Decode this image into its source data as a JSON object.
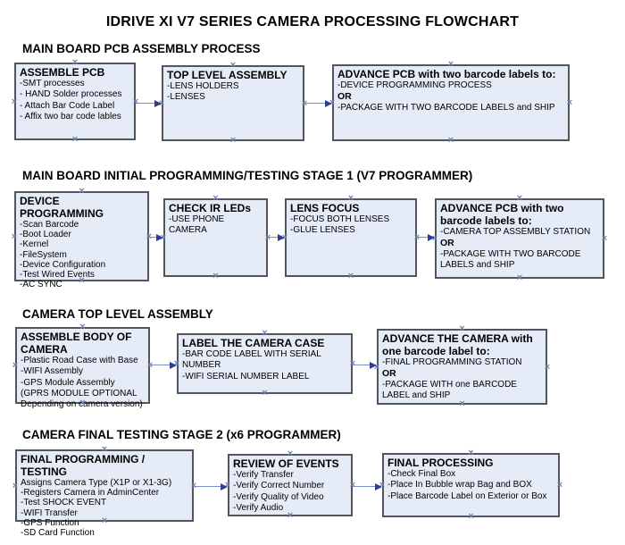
{
  "title": "IDRIVE XI V7 SERIES CAMERA PROCESSING FLOWCHART",
  "icons": {
    "connection_handle": "×",
    "arrowhead": "right-arrowhead"
  },
  "colors": {
    "background": "#ffffff",
    "box_fill": "#e6ecf7",
    "box_border": "#53555d",
    "arrow_line": "#7c8ec5",
    "arrow_head": "#2d3e99",
    "handle": "#7283ad",
    "text": "#000000"
  },
  "sections": [
    {
      "header": "MAIN BOARD PCB ASSEMBLY PROCESS",
      "boxes": [
        {
          "title": "ASSEMBLE PCB",
          "lines": [
            {
              "t": "-SMT processes",
              "b": false
            },
            {
              "t": "- HAND Solder processes",
              "b": false
            },
            {
              "t": "- Attach Bar Code Label",
              "b": false
            },
            {
              "t": "- Affix two bar code lables",
              "b": false
            }
          ]
        },
        {
          "title": "TOP LEVEL ASSEMBLY",
          "lines": [
            {
              "t": "-LENS HOLDERS",
              "b": false
            },
            {
              "t": "-LENSES",
              "b": false
            }
          ]
        },
        {
          "title": "ADVANCE PCB with two barcode labels to:",
          "lines": [
            {
              "t": "-DEVICE PROGRAMMING PROCESS",
              "b": false
            },
            {
              "t": "OR",
              "b": true
            },
            {
              "t": "-PACKAGE WITH TWO BARCODE LABELS and SHIP",
              "b": false
            }
          ]
        }
      ]
    },
    {
      "header": "MAIN BOARD INITIAL PROGRAMMING/TESTING STAGE 1 (V7 PROGRAMMER)",
      "boxes": [
        {
          "title": "DEVICE PROGRAMMING",
          "lines": [
            {
              "t": "-Scan Barcode",
              "b": false
            },
            {
              "t": "-Boot Loader",
              "b": false
            },
            {
              "t": "-Kernel",
              "b": false
            },
            {
              "t": "-FileSystem",
              "b": false
            },
            {
              "t": "-Device Configuration",
              "b": false
            },
            {
              "t": "-Test Wired Events",
              "b": false
            },
            {
              "t": "-AC SYNC",
              "b": false
            }
          ]
        },
        {
          "title": "CHECK IR LEDs",
          "lines": [
            {
              "t": "-USE PHONE CAMERA",
              "b": false
            }
          ]
        },
        {
          "title": "LENS FOCUS",
          "lines": [
            {
              "t": "-FOCUS BOTH LENSES",
              "b": false
            },
            {
              "t": "-GLUE LENSES",
              "b": false
            }
          ]
        },
        {
          "title": "ADVANCE PCB with two barcode labels to:",
          "lines": [
            {
              "t": "-CAMERA TOP ASSEMBLY STATION",
              "b": false
            },
            {
              "t": "OR",
              "b": true
            },
            {
              "t": "-PACKAGE WITH TWO BARCODE LABELS and SHIP",
              "b": false
            }
          ]
        }
      ]
    },
    {
      "header": "CAMERA TOP LEVEL ASSEMBLY",
      "boxes": [
        {
          "title": "ASSEMBLE BODY OF CAMERA",
          "lines": [
            {
              "t": "-Plastic Road Case with Base",
              "b": false
            },
            {
              "t": "-WIFI Assembly",
              "b": false
            },
            {
              "t": "-GPS Module Assembly",
              "b": false
            },
            {
              "t": "(GPRS MODULE OPTIONAL",
              "b": false
            },
            {
              "t": "Depending on camera version)",
              "b": false
            }
          ]
        },
        {
          "title": "LABEL THE CAMERA CASE",
          "lines": [
            {
              "t": "-BAR CODE LABEL WITH SERIAL NUMBER",
              "b": false
            },
            {
              "t": "-WIFI SERIAL NUMBER LABEL",
              "b": false
            }
          ]
        },
        {
          "title": "ADVANCE THE CAMERA with one barcode label to:",
          "lines": [
            {
              "t": "-FINAL PROGRAMMING STATION",
              "b": false
            },
            {
              "t": "OR",
              "b": true
            },
            {
              "t": "-PACKAGE WITH one BARCODE LABEL and SHIP",
              "b": false
            }
          ]
        }
      ]
    },
    {
      "header": "CAMERA FINAL TESTING STAGE 2 (x6 PROGRAMMER)",
      "boxes": [
        {
          "title": "FINAL PROGRAMMING / TESTING",
          "lines": [
            {
              "t": "Assigns Camera Type (X1P or X1-3G)",
              "b": false
            },
            {
              "t": "-Registers Camera in AdminCenter",
              "b": false
            },
            {
              "t": "-Test SHOCK EVENT",
              "b": false
            },
            {
              "t": "-WIFI Transfer",
              "b": false
            },
            {
              "t": "-GPS Function",
              "b": false
            },
            {
              "t": "-SD Card Function",
              "b": false
            }
          ]
        },
        {
          "title": "REVIEW OF EVENTS",
          "lines": [
            {
              "t": "-Verify Transfer",
              "b": false
            },
            {
              "t": "-Verify Correct Number",
              "b": false
            },
            {
              "t": "-Verify Quality of Video",
              "b": false
            },
            {
              "t": "-Verify Audio",
              "b": false
            }
          ]
        },
        {
          "title": "FINAL PROCESSING",
          "lines": [
            {
              "t": " -Check Final Box",
              "b": false
            },
            {
              "t": "-Place In Bubble wrap Bag and BOX",
              "b": false
            },
            {
              "t": "-Place Barcode Label on Exterior or Box",
              "b": false
            }
          ]
        }
      ]
    }
  ]
}
